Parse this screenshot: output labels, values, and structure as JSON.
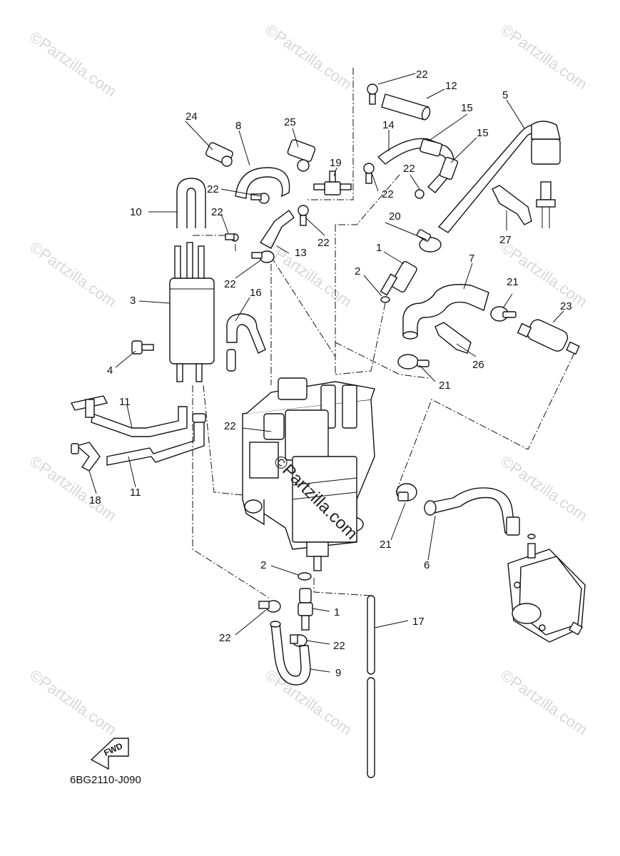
{
  "diagram": {
    "code": "6BG2110-J090",
    "fwd_label": "FWD",
    "watermark_center": "©Partzilla.com",
    "watermark_tile": "©Partzilla.com"
  },
  "callouts": [
    {
      "id": "c1a",
      "num": "1"
    },
    {
      "id": "c1b",
      "num": "1"
    },
    {
      "id": "c2a",
      "num": "2"
    },
    {
      "id": "c2b",
      "num": "2"
    },
    {
      "id": "c3",
      "num": "3"
    },
    {
      "id": "c4",
      "num": "4"
    },
    {
      "id": "c5",
      "num": "5"
    },
    {
      "id": "c6",
      "num": "6"
    },
    {
      "id": "c7",
      "num": "7"
    },
    {
      "id": "c8",
      "num": "8"
    },
    {
      "id": "c9",
      "num": "9"
    },
    {
      "id": "c10",
      "num": "10"
    },
    {
      "id": "c11a",
      "num": "11"
    },
    {
      "id": "c11b",
      "num": "11"
    },
    {
      "id": "c12",
      "num": "12"
    },
    {
      "id": "c13",
      "num": "13"
    },
    {
      "id": "c14",
      "num": "14"
    },
    {
      "id": "c15a",
      "num": "15"
    },
    {
      "id": "c15b",
      "num": "15"
    },
    {
      "id": "c16",
      "num": "16"
    },
    {
      "id": "c17",
      "num": "17"
    },
    {
      "id": "c18",
      "num": "18"
    },
    {
      "id": "c19",
      "num": "19"
    },
    {
      "id": "c20",
      "num": "20"
    },
    {
      "id": "c21a",
      "num": "21"
    },
    {
      "id": "c21b",
      "num": "21"
    },
    {
      "id": "c21c",
      "num": "21"
    },
    {
      "id": "c22a",
      "num": "22"
    },
    {
      "id": "c22b",
      "num": "22"
    },
    {
      "id": "c22c",
      "num": "22"
    },
    {
      "id": "c22d",
      "num": "22"
    },
    {
      "id": "c22e",
      "num": "22"
    },
    {
      "id": "c22f",
      "num": "22"
    },
    {
      "id": "c22g",
      "num": "22"
    },
    {
      "id": "c22h",
      "num": "22"
    },
    {
      "id": "c22i",
      "num": "22"
    },
    {
      "id": "c22j",
      "num": "22"
    },
    {
      "id": "c23",
      "num": "23"
    },
    {
      "id": "c24",
      "num": "24"
    },
    {
      "id": "c25",
      "num": "25"
    },
    {
      "id": "c26",
      "num": "26"
    },
    {
      "id": "c27",
      "num": "27"
    }
  ]
}
